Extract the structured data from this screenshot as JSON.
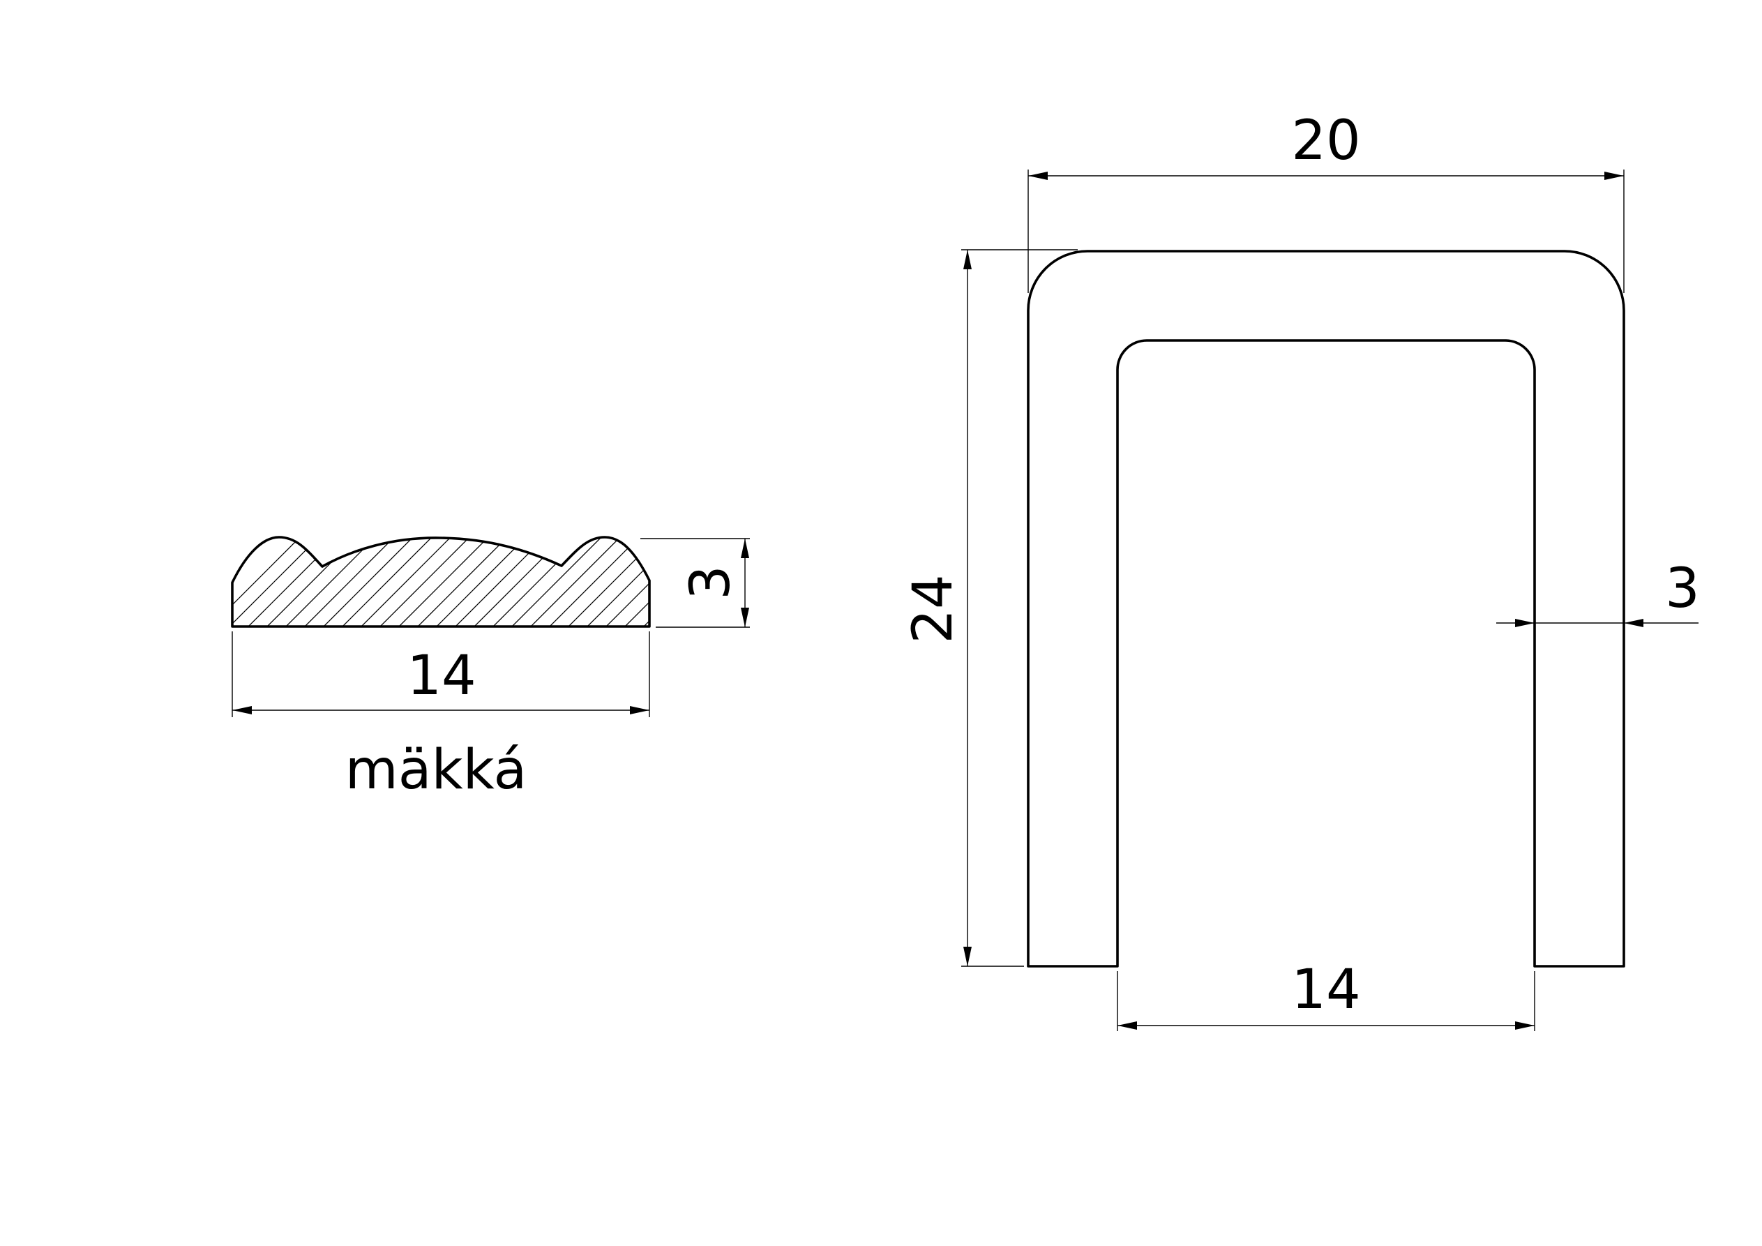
{
  "profiles": {
    "soft_strip": {
      "label": "mäkká",
      "width_dimension": "14",
      "height_dimension": "3"
    },
    "u_channel": {
      "outer_width_dimension": "20",
      "height_dimension": "24",
      "inner_width_dimension": "14",
      "wall_thickness_dimension": "3"
    }
  },
  "colors": {
    "line": "#000000",
    "background": "#ffffff"
  }
}
